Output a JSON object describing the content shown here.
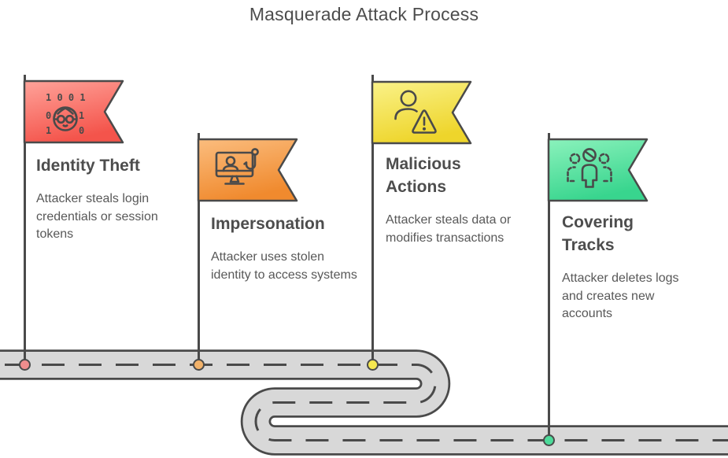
{
  "title": "Masquerade Attack Process",
  "theme": {
    "line_color": "#4a4a4a",
    "heading_color": "#4d4d4d",
    "body_color": "#585858",
    "background": "#ffffff"
  },
  "road": {
    "surface_color": "#d8d8d8",
    "casing_color": "#4a4a4a"
  },
  "milestones": [
    {
      "heading": "Identity Theft",
      "description": "Attacker steals login credentials or session tokens",
      "icon": "binary-face-icon",
      "flag_top": "#ffa39a",
      "flag_bottom": "#f4544b",
      "dot_color": "#ef8d8d"
    },
    {
      "heading": "Impersonation",
      "description": "Attacker uses stolen identity to access systems",
      "icon": "phishing-monitor-icon",
      "flag_top": "#fbbd7e",
      "flag_bottom": "#f08a2e",
      "dot_color": "#f2b26a"
    },
    {
      "heading": "Malicious Actions",
      "description": "Attacker steals data or modifies transactions",
      "icon": "user-warning-icon",
      "flag_top": "#faf289",
      "flag_bottom": "#eed52b",
      "dot_color": "#f5e74f"
    },
    {
      "heading": "Covering Tracks",
      "description": "Attacker deletes logs and creates new accounts",
      "icon": "anonymous-group-icon",
      "flag_top": "#8bf2bc",
      "flag_bottom": "#38d58e",
      "dot_color": "#4cdb9a"
    }
  ],
  "binary_icon": {
    "top_row": "1 0 0 1",
    "mid_left": "0",
    "mid_right": "1",
    "bottom_left": "1",
    "bottom_right": "0"
  }
}
